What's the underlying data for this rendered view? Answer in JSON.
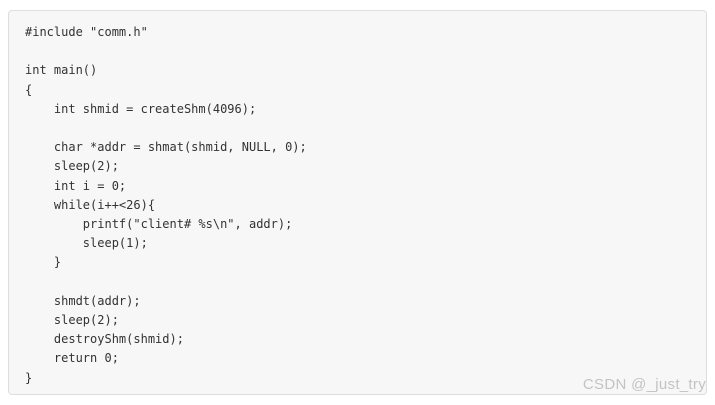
{
  "code_block": {
    "language": "c",
    "background_color": "#f7f7f7",
    "border_color": "#dedede",
    "text_color": "#333333",
    "text": "#include \"comm.h\"\n\nint main()\n{\n    int shmid = createShm(4096);\n\n    char *addr = shmat(shmid, NULL, 0);\n    sleep(2);\n    int i = 0;\n    while(i++<26){\n        printf(\"client# %s\\n\", addr);\n        sleep(1);\n    }\n\n    shmdt(addr);\n    sleep(2);\n    destroyShm(shmid);\n    return 0;\n}"
  },
  "watermark": {
    "text": "CSDN @_just_try",
    "color": "#c3c3c7"
  }
}
